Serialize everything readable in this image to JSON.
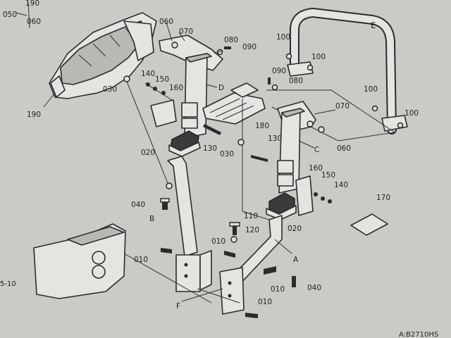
{
  "labels": {
    "l190_top": "190",
    "l050": "050",
    "l060_top": "060",
    "l190_left": "190",
    "l060_a": "060",
    "l070_a": "070",
    "l080_a": "080",
    "l090_a": "090",
    "l030_a": "030",
    "l140_a": "140",
    "l150_a": "150",
    "l160_a": "160",
    "lD": "D",
    "l020_a": "020",
    "l130_a": "130",
    "l030_b": "030",
    "l100_a": "100",
    "l100_b": "100",
    "l100_c": "100",
    "l100_d": "100",
    "lE": "E",
    "l090_b": "090",
    "l080_b": "080",
    "l070_b": "070",
    "l180": "180",
    "l130_b": "130",
    "lC": "C",
    "l060_b": "060",
    "l160_b": "160",
    "l150_b": "150",
    "l140_b": "140",
    "l170": "170",
    "l040_a": "040",
    "lB": "B",
    "l110": "110",
    "l120": "120",
    "l020_b": "020",
    "l010_a": "010",
    "l010_b": "010",
    "lA": "A",
    "l010_c": "010",
    "l040_b": "040",
    "lF": "F",
    "l010_d": "010",
    "l_left_edge": "5-10",
    "l_corner": "A:B2710HS"
  }
}
